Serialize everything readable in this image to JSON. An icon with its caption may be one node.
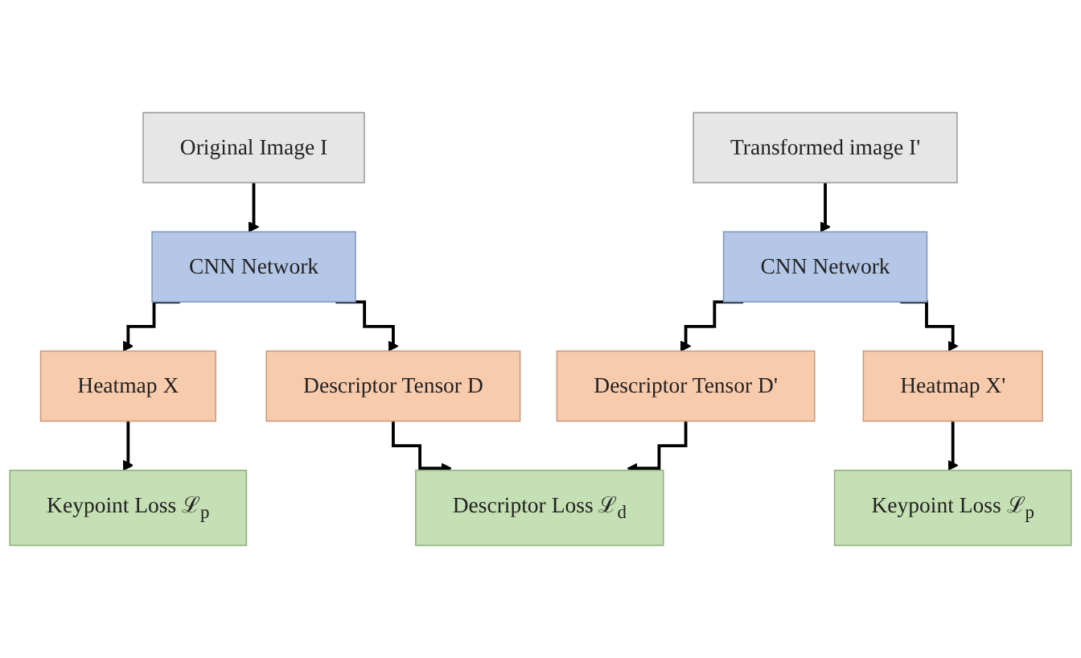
{
  "diagram": {
    "nodes": [
      {
        "text": [
          "Original Image I"
        ]
      },
      {
        "text": [
          "Transformed image I'"
        ]
      },
      {
        "text": [
          "CNN Network"
        ]
      },
      {
        "text": [
          "CNN Network"
        ]
      },
      {
        "text": [
          "Heatmap X"
        ]
      },
      {
        "text": [
          "Descriptor Tensor D"
        ]
      },
      {
        "text": [
          "Descriptor Tensor D'"
        ]
      },
      {
        "text": [
          "Heatmap X'"
        ]
      },
      {
        "text": [
          "Keypoint Loss ℒ$_{p}$"
        ]
      },
      {
        "text": [
          "Descriptor Loss ℒ$_{d}$"
        ]
      },
      {
        "text": [
          "Keypoint Loss ℒ$_{p}$"
        ]
      }
    ],
    "edges": [
      {
        "from": 0,
        "to": 2,
        "arrow": "to"
      },
      {
        "from": 1,
        "to": 3,
        "arrow": "to"
      },
      {
        "from": 2,
        "to": 4,
        "arrow": "to"
      },
      {
        "from": 2,
        "to": 5,
        "arrow": "to"
      },
      {
        "from": 3,
        "to": 6,
        "arrow": "to"
      },
      {
        "from": 3,
        "to": 7,
        "arrow": "to"
      },
      {
        "from": 4,
        "to": 8,
        "arrow": "to"
      },
      {
        "from": 5,
        "to": 9,
        "arrow": "to"
      },
      {
        "from": 6,
        "to": 9,
        "arrow": "to"
      },
      {
        "from": 7,
        "to": 10,
        "arrow": "to"
      }
    ]
  }
}
